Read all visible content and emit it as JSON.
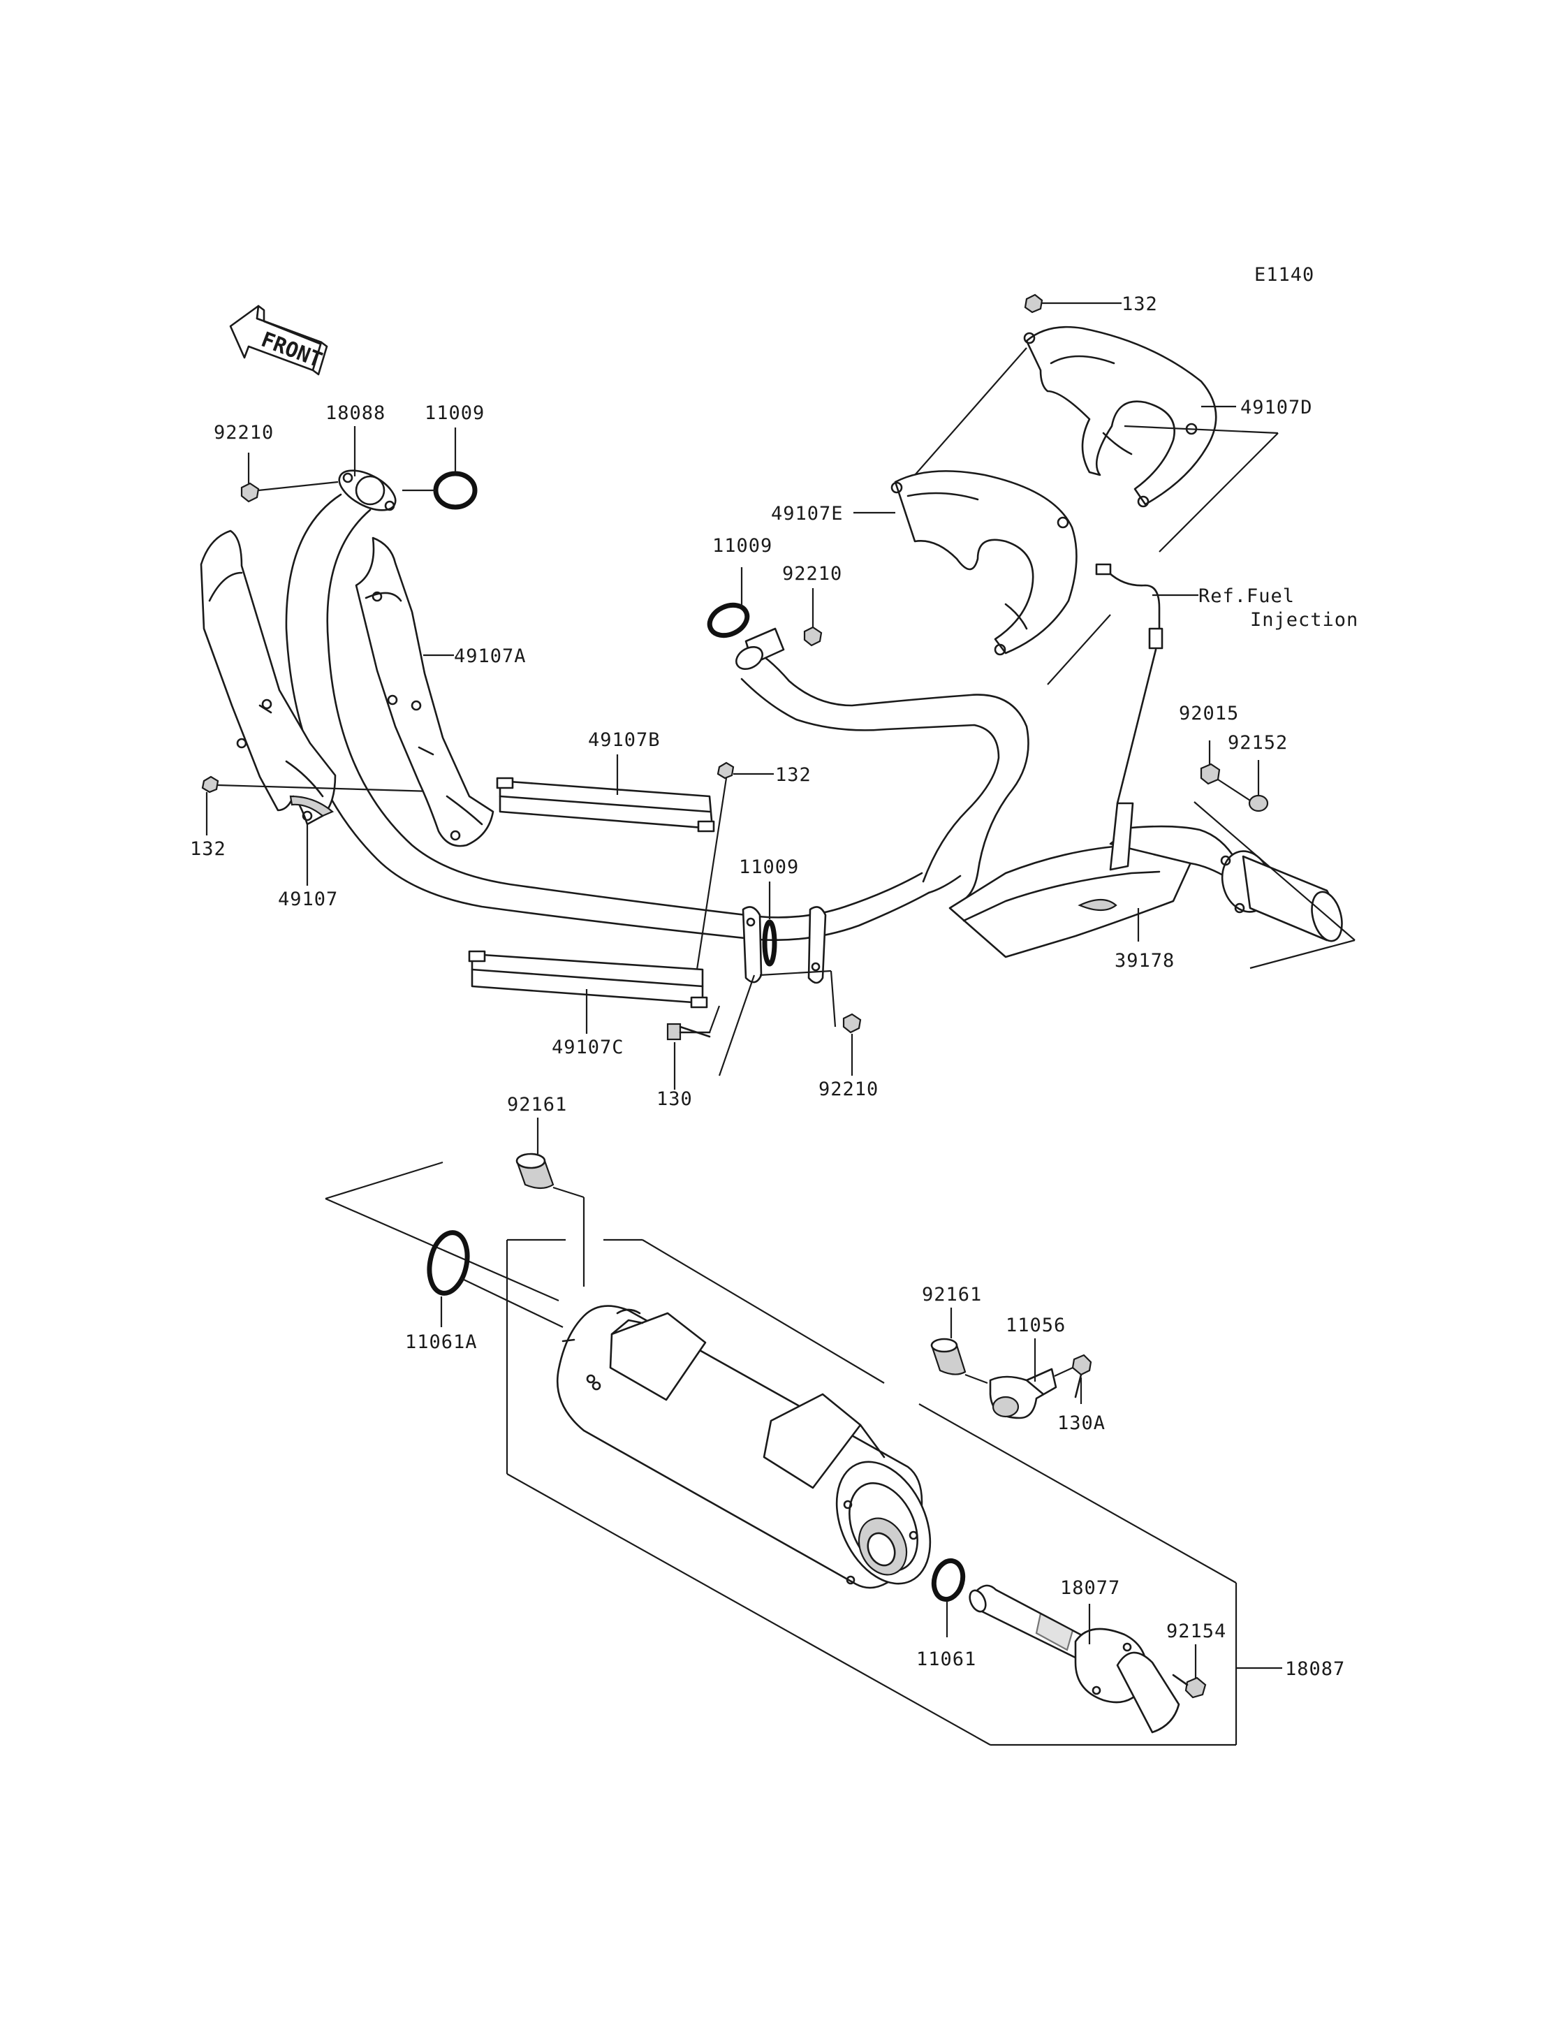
{
  "diagram_code": "E1140",
  "front_label": "FRONT",
  "ref_note": {
    "line1": "Ref.Fuel",
    "line2": "Injection"
  },
  "callouts": [
    {
      "id": "c-132-top",
      "number": "132"
    },
    {
      "id": "c-49107D",
      "number": "49107D"
    },
    {
      "id": "c-49107E",
      "number": "49107E"
    },
    {
      "id": "c-92210-a",
      "number": "92210"
    },
    {
      "id": "c-18088",
      "number": "18088"
    },
    {
      "id": "c-11009-a",
      "number": "11009"
    },
    {
      "id": "c-49107A",
      "number": "49107A"
    },
    {
      "id": "c-11009-b",
      "number": "11009"
    },
    {
      "id": "c-92210-b",
      "number": "92210"
    },
    {
      "id": "c-49107B",
      "number": "49107B"
    },
    {
      "id": "c-132-mid",
      "number": "132"
    },
    {
      "id": "c-92015",
      "number": "92015"
    },
    {
      "id": "c-92152",
      "number": "92152"
    },
    {
      "id": "c-132-left",
      "number": "132"
    },
    {
      "id": "c-49107",
      "number": "49107"
    },
    {
      "id": "c-11009-c",
      "number": "11009"
    },
    {
      "id": "c-39178",
      "number": "39178"
    },
    {
      "id": "c-49107C",
      "number": "49107C"
    },
    {
      "id": "c-130",
      "number": "130"
    },
    {
      "id": "c-92210-c",
      "number": "92210"
    },
    {
      "id": "c-92161-a",
      "number": "92161"
    },
    {
      "id": "c-11061A",
      "number": "11061A"
    },
    {
      "id": "c-92161-b",
      "number": "92161"
    },
    {
      "id": "c-11056",
      "number": "11056"
    },
    {
      "id": "c-130A",
      "number": "130A"
    },
    {
      "id": "c-18077",
      "number": "18077"
    },
    {
      "id": "c-92154",
      "number": "92154"
    },
    {
      "id": "c-11061",
      "number": "11061"
    },
    {
      "id": "c-18087",
      "number": "18087"
    }
  ]
}
